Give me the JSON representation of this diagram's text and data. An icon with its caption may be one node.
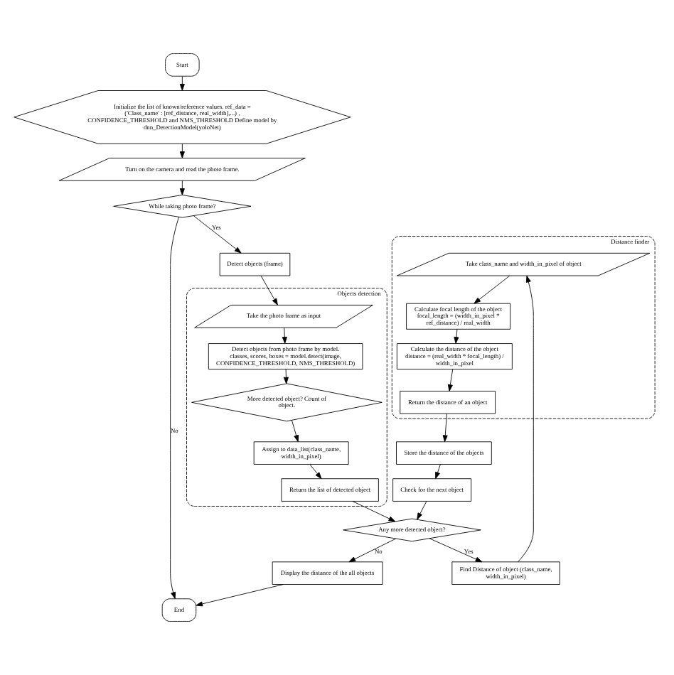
{
  "diagram": {
    "nodes": [
      {
        "text": [
          "Start"
        ]
      },
      {
        "text": [
          "Initialize the list of known/reference values. ref_data = ('Class_name' : [ref_distance, real_width],...) , CONFIDENCE_THRESHOLD and NMS_THRESHOLD Define model by dnn_DetectionModel(yoloNet)"
        ]
      },
      {
        "text": [
          "Turn on the camera and read the photo frame."
        ]
      },
      {
        "text": [
          "While taking photo frame?"
        ]
      },
      {
        "text": [
          "Detect objects (frame)"
        ]
      },
      {
        "text": [
          "Any more detected object?"
        ]
      },
      {
        "text": [
          "Find Distance of object (class_name, width_in_pixel)"
        ]
      },
      {
        "text": [
          "Distance finder"
        ]
      },
      {
        "text": [
          "Take class_name and width_in_pixel of object"
        ],
        "in": 7
      },
      {
        "text": [
          "Calculate focal length of the object focal_length = (width_in_pixel * ref_distance) / real_width"
        ],
        "in": 7
      },
      {
        "text": [
          "Calculate the distance of the object distance = (real_width * focal_length) / width_in_pixel"
        ],
        "in": 7
      },
      {
        "text": [
          "Return the distance of an object"
        ],
        "in": 7
      },
      {
        "text": [
          "Objects detection"
        ]
      },
      {
        "text": [
          "Take the photo frame as input"
        ],
        "in": 12
      },
      {
        "text": [
          "Detect objects from photo frame by model. classes, scores, boxes = model.detect(image, CONFIDENCE_THRESHOLD, NMS_THRESHOLD)"
        ],
        "in": 12
      },
      {
        "text": [
          "More detected object? Count of object."
        ],
        "in": 12
      },
      {
        "text": [
          "Assign to data_list(class_name, width_in_pixel)"
        ],
        "in": 12
      },
      {
        "text": [
          "Return the list of detected object"
        ],
        "in": 12
      },
      {
        "text": [
          "Store the distance of the objects"
        ]
      },
      {
        "text": [
          "Check for the next object"
        ]
      },
      {
        "text": [
          "Display the distance of the all objects"
        ]
      },
      {
        "text": [
          "End"
        ]
      }
    ],
    "edges": [
      {
        "from": 0,
        "to": 1,
        "arrow": "to"
      },
      {
        "from": 1,
        "to": 2,
        "arrow": "to"
      },
      {
        "from": 2,
        "to": 3,
        "arrow": "to"
      },
      {
        "from": 3,
        "to": 4,
        "arrow": "to",
        "label": "Yes"
      },
      {
        "from": 3,
        "to": 21,
        "arrow": "to",
        "label": "No"
      },
      {
        "from": 4,
        "to": 13,
        "arrow": "to"
      },
      {
        "from": 13,
        "to": 14,
        "arrow": "to"
      },
      {
        "from": 14,
        "to": 15,
        "arrow": "to"
      },
      {
        "from": 15,
        "to": 16,
        "arrow": "to"
      },
      {
        "from": 16,
        "to": 17,
        "arrow": "to"
      },
      {
        "from": 17,
        "to": 5,
        "arrow": "to"
      },
      {
        "from": 5,
        "to": 6,
        "arrow": "to",
        "label": "Yes"
      },
      {
        "from": 5,
        "to": 20,
        "arrow": "to",
        "label": "No"
      },
      {
        "from": 6,
        "to": 8,
        "arrow": "to"
      },
      {
        "from": 8,
        "to": 9,
        "arrow": "to"
      },
      {
        "from": 9,
        "to": 10,
        "arrow": "to"
      },
      {
        "from": 10,
        "to": 11,
        "arrow": "to"
      },
      {
        "from": 11,
        "to": 18,
        "arrow": "to"
      },
      {
        "from": 18,
        "to": 19,
        "arrow": "to"
      },
      {
        "from": 19,
        "to": 5,
        "arrow": "to"
      },
      {
        "from": 20,
        "to": 21,
        "arrow": "to"
      }
    ]
  }
}
